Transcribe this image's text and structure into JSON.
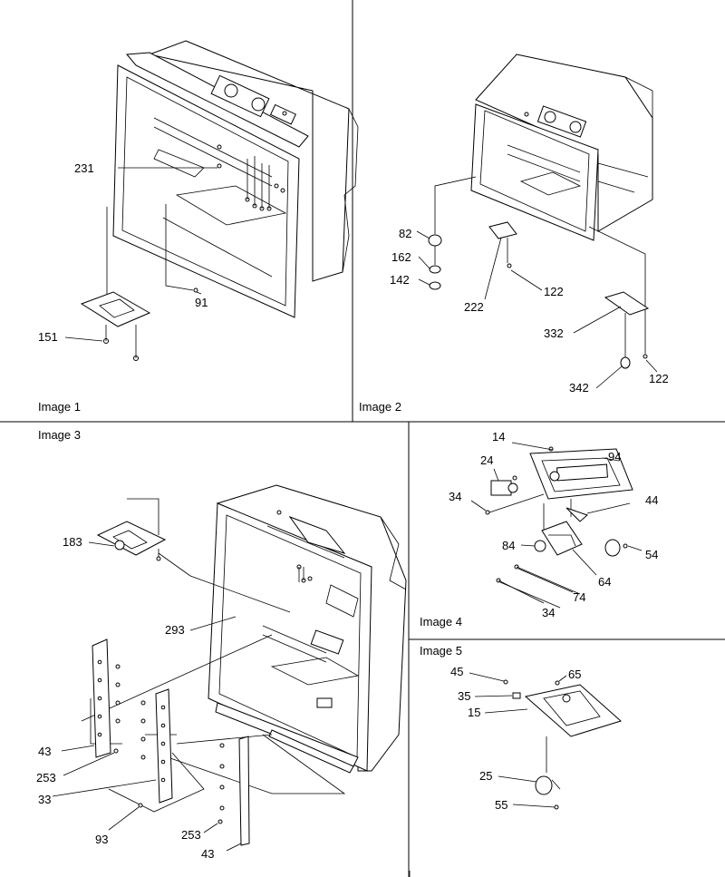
{
  "panels": {
    "p1": "Image 1",
    "p2": "Image 2",
    "p3": "Image 3",
    "p4": "Image 4",
    "p5": "Image 5"
  },
  "callouts": {
    "p1": [
      "231",
      "91",
      "151"
    ],
    "p2": [
      "82",
      "162",
      "142",
      "222",
      "122",
      "332",
      "342",
      "122"
    ],
    "p3": [
      "183",
      "293",
      "43",
      "253",
      "33",
      "93",
      "253",
      "43"
    ],
    "p4": [
      "14",
      "24",
      "94",
      "34",
      "44",
      "84",
      "54",
      "64",
      "74",
      "34"
    ],
    "p5": [
      "45",
      "65",
      "35",
      "15",
      "25",
      "55"
    ]
  }
}
